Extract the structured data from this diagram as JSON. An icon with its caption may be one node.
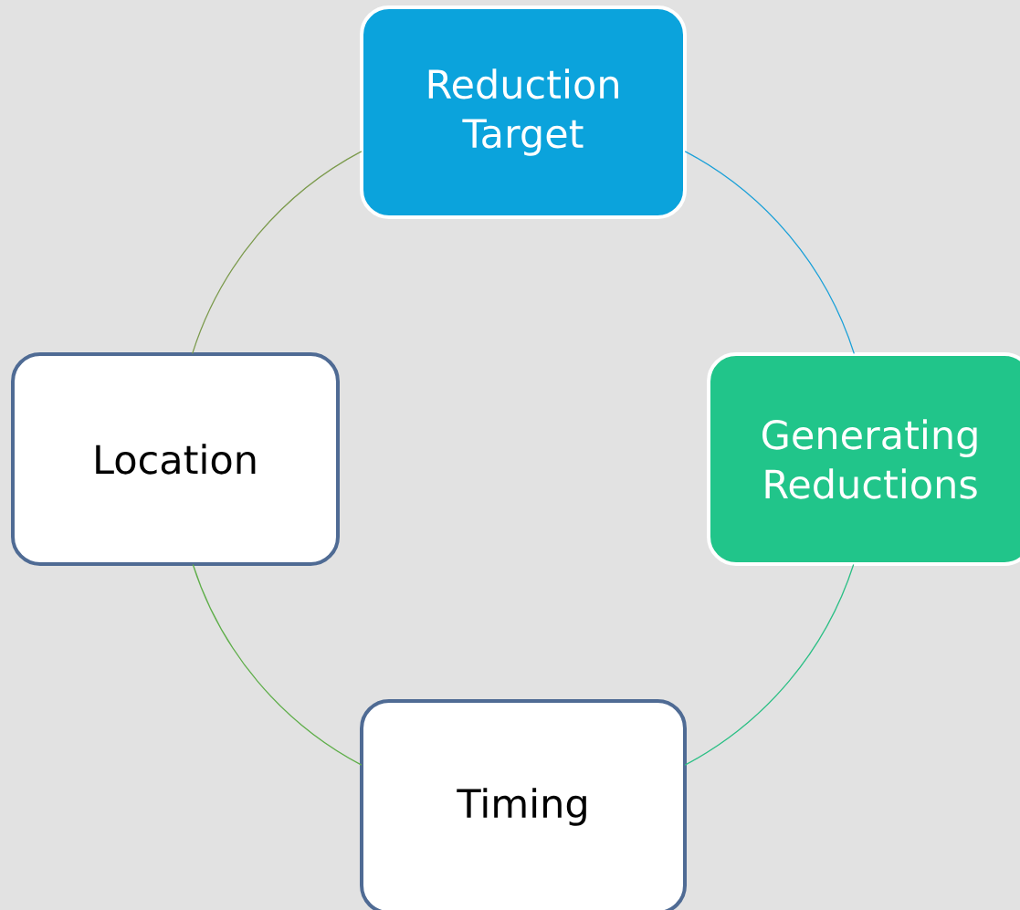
{
  "diagram": {
    "nodes": [
      {
        "text": [
          "Reduction Target"
        ]
      },
      {
        "text": [
          "Generating Reductions"
        ]
      },
      {
        "text": [
          "Timing"
        ]
      },
      {
        "text": [
          "Location"
        ]
      }
    ],
    "edges": [
      {
        "from": 0,
        "to": 1,
        "arrow": "none",
        "color": "#1aa0d8"
      },
      {
        "from": 1,
        "to": 2,
        "arrow": "none",
        "color": "#2bbf85"
      },
      {
        "from": 2,
        "to": 3,
        "arrow": "none",
        "color": "#5fae4a"
      },
      {
        "from": 3,
        "to": 0,
        "arrow": "none",
        "color": "#7b9a4c"
      }
    ]
  }
}
